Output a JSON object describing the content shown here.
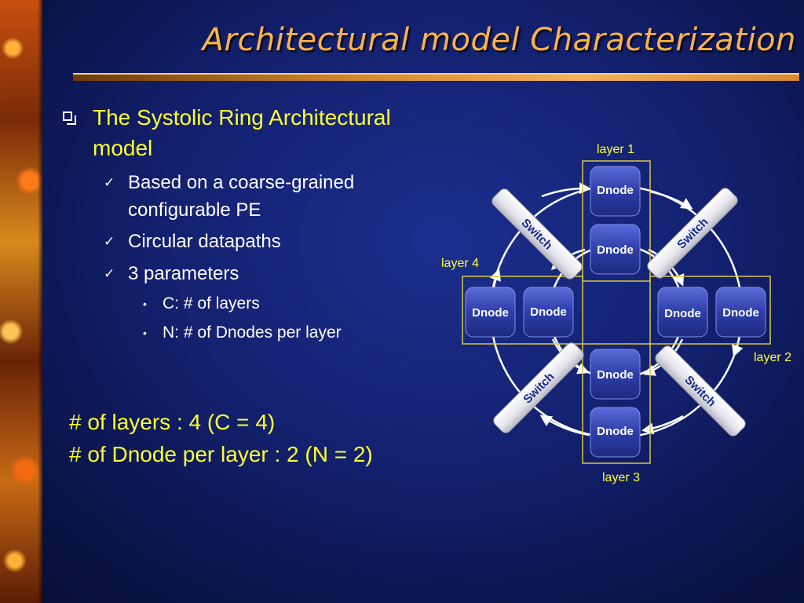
{
  "slide": {
    "title": "Architectural model Characterization",
    "bullet": "The Systolic Ring Architectural model",
    "sub_bullets": [
      "Based on a coarse-grained configurable PE",
      "Circular datapaths",
      "3 parameters"
    ],
    "params": [
      "C: # of layers",
      "N: # of Dnodes per layer"
    ],
    "summary": [
      "# of layers : 4 (C = 4)",
      "# of Dnode per layer : 2 (N = 2)"
    ]
  },
  "diagram": {
    "layers": [
      "layer 1",
      "layer 2",
      "layer 3",
      "layer 4"
    ],
    "dnode_label": "Dnode",
    "switch_label": "Switch",
    "colors": {
      "layer_border": "#d8c840",
      "dnode": "#2f3ea8",
      "switch": "#e8e8f0",
      "ring": "#ffffff",
      "label": "#ffff33"
    }
  }
}
